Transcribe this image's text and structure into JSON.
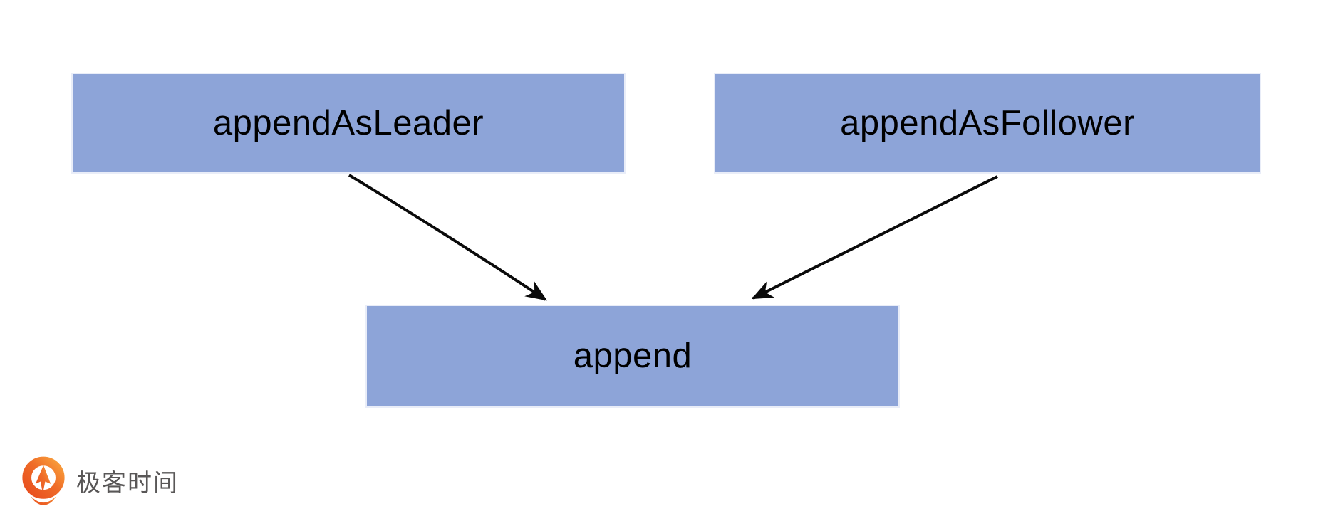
{
  "diagram": {
    "nodes": {
      "leader": {
        "label": "appendAsLeader"
      },
      "follower": {
        "label": "appendAsFollower"
      },
      "append": {
        "label": "append"
      }
    },
    "edges": [
      {
        "from": "appendAsLeader",
        "to": "append"
      },
      {
        "from": "appendAsFollower",
        "to": "append"
      }
    ]
  },
  "branding": {
    "logo_text": "极客时间",
    "logo_icon": "geektime-logo"
  },
  "colors": {
    "background": "#FFFFFF",
    "node_fill": "#8DA4D8",
    "node_border": "#E9EDF8",
    "node_text": "#000000",
    "arrow": "#0A0A0A",
    "logo_orange_dark": "#E84E1F",
    "logo_orange_mid": "#EF6C28",
    "logo_orange_light": "#F9A13C",
    "logo_text_color": "#595757"
  }
}
